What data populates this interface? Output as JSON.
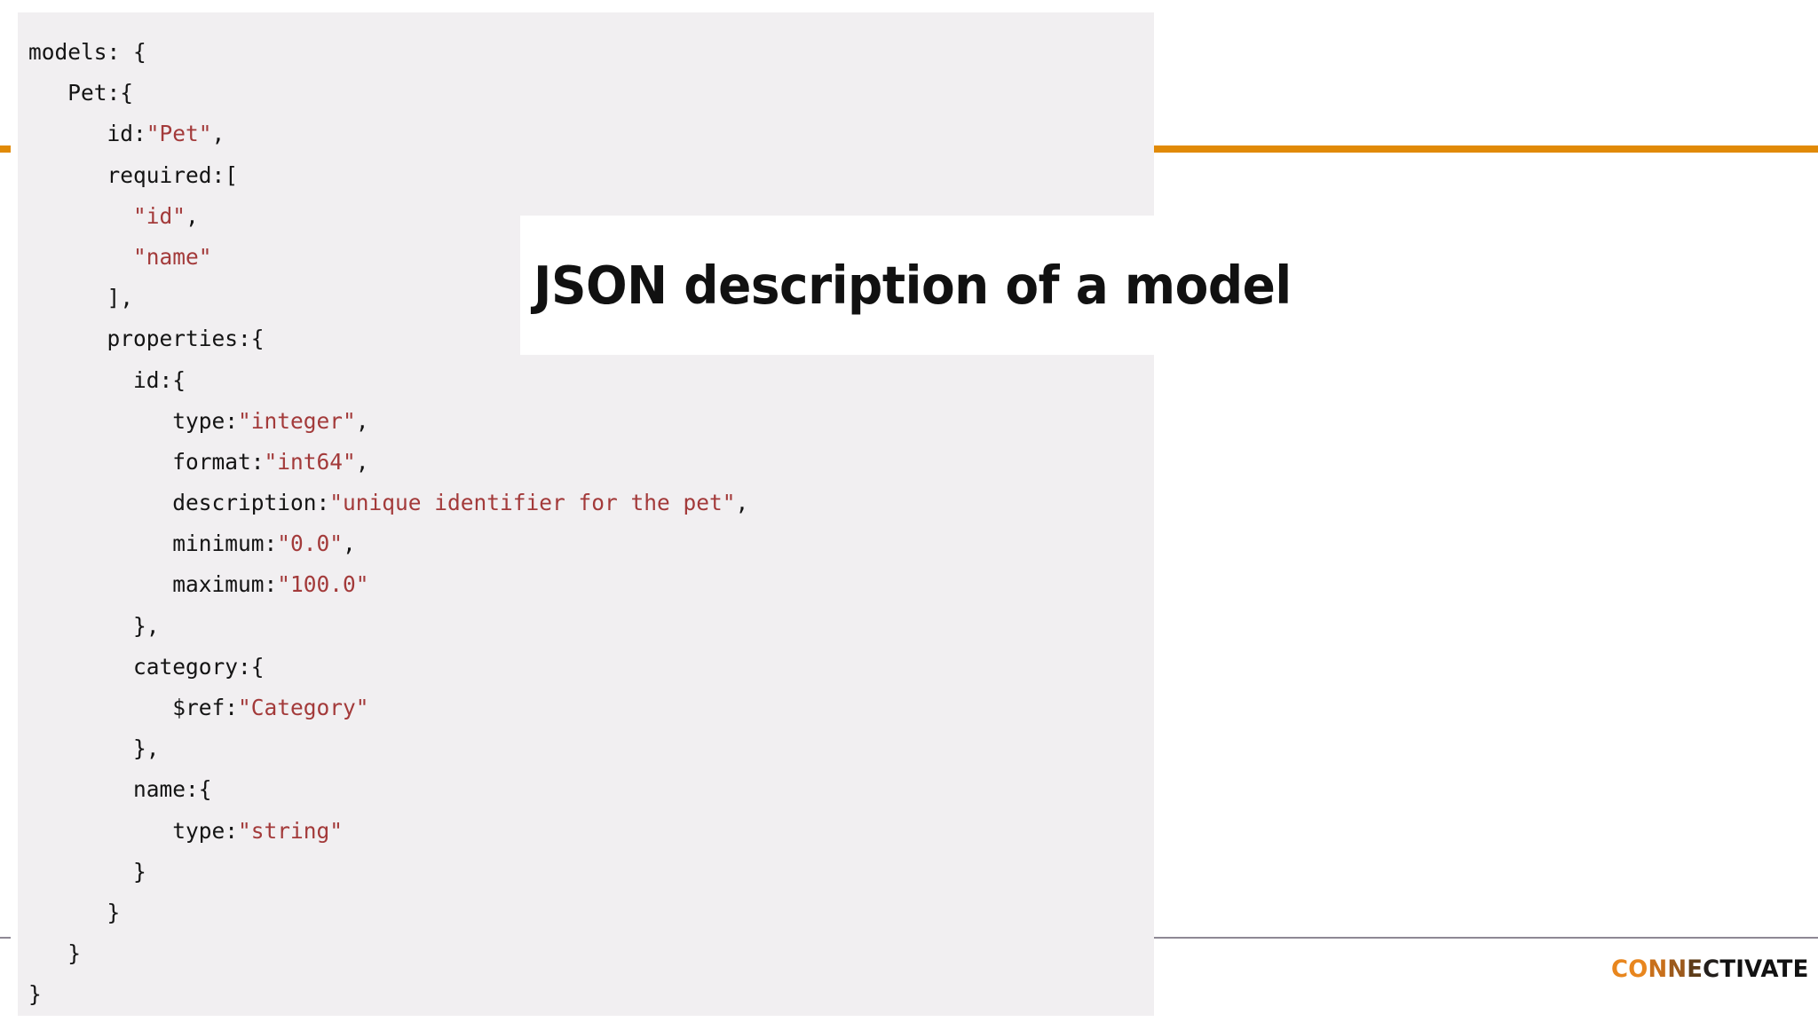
{
  "slide": {
    "background_color": "#FFFFFF",
    "title": "JSON description of a model",
    "title_card_background": "#FFFFFF"
  },
  "decorations": {
    "accent_color": "#E18A07",
    "divider_color": "#8E8894",
    "orange_rule_name": "orange-accent-rule",
    "gray_rule_name": "gray-divider-rule"
  },
  "code_panel": {
    "background_color": "#F1EFF1",
    "text_color": "#141414",
    "string_color": "#A33A3A",
    "language": "json",
    "lines": [
      [
        {
          "t": "models: {",
          "c": "key"
        }
      ],
      [
        {
          "t": "   Pet:{",
          "c": "key"
        }
      ],
      [
        {
          "t": "      id:",
          "c": "key"
        },
        {
          "t": "\"Pet\"",
          "c": "str"
        },
        {
          "t": ",",
          "c": "punc"
        }
      ],
      [
        {
          "t": "      required:[",
          "c": "key"
        }
      ],
      [
        {
          "t": "        ",
          "c": "key"
        },
        {
          "t": "\"id\"",
          "c": "str"
        },
        {
          "t": ",",
          "c": "punc"
        }
      ],
      [
        {
          "t": "        ",
          "c": "key"
        },
        {
          "t": "\"name\"",
          "c": "str"
        }
      ],
      [
        {
          "t": "      ],",
          "c": "key"
        }
      ],
      [
        {
          "t": "      properties:{",
          "c": "key"
        }
      ],
      [
        {
          "t": "        id:{",
          "c": "key"
        }
      ],
      [
        {
          "t": "           type:",
          "c": "key"
        },
        {
          "t": "\"integer\"",
          "c": "str"
        },
        {
          "t": ",",
          "c": "punc"
        }
      ],
      [
        {
          "t": "           format:",
          "c": "key"
        },
        {
          "t": "\"int64\"",
          "c": "str"
        },
        {
          "t": ",",
          "c": "punc"
        }
      ],
      [
        {
          "t": "           description:",
          "c": "key"
        },
        {
          "t": "\"unique identifier for the pet\"",
          "c": "str"
        },
        {
          "t": ",",
          "c": "punc"
        }
      ],
      [
        {
          "t": "           minimum:",
          "c": "key"
        },
        {
          "t": "\"0.0\"",
          "c": "str"
        },
        {
          "t": ",",
          "c": "punc"
        }
      ],
      [
        {
          "t": "           maximum:",
          "c": "key"
        },
        {
          "t": "\"100.0\"",
          "c": "str"
        }
      ],
      [
        {
          "t": "        },",
          "c": "key"
        }
      ],
      [
        {
          "t": "        category:{",
          "c": "key"
        }
      ],
      [
        {
          "t": "           $ref:",
          "c": "key"
        },
        {
          "t": "\"Category\"",
          "c": "str"
        }
      ],
      [
        {
          "t": "        },",
          "c": "key"
        }
      ],
      [
        {
          "t": "        name:{",
          "c": "key"
        }
      ],
      [
        {
          "t": "           type:",
          "c": "key"
        },
        {
          "t": "\"string\"",
          "c": "str"
        }
      ],
      [
        {
          "t": "        }",
          "c": "key"
        }
      ],
      [
        {
          "t": "      }",
          "c": "key"
        }
      ],
      [
        {
          "t": "   }",
          "c": "key"
        }
      ],
      [
        {
          "t": "}",
          "c": "key"
        }
      ]
    ]
  },
  "brand": {
    "name": "CONNECTIVATE",
    "segments": [
      {
        "text": "C",
        "color": "#E8861E"
      },
      {
        "text": "O",
        "color": "#E8861E"
      },
      {
        "text": "N",
        "color": "#C8701C"
      },
      {
        "text": "N",
        "color": "#9C5A1C"
      },
      {
        "text": "E",
        "color": "#5E3C18"
      },
      {
        "text": "C",
        "color": "#231F1C"
      },
      {
        "text": "TIVATE",
        "color": "#121212"
      }
    ]
  }
}
